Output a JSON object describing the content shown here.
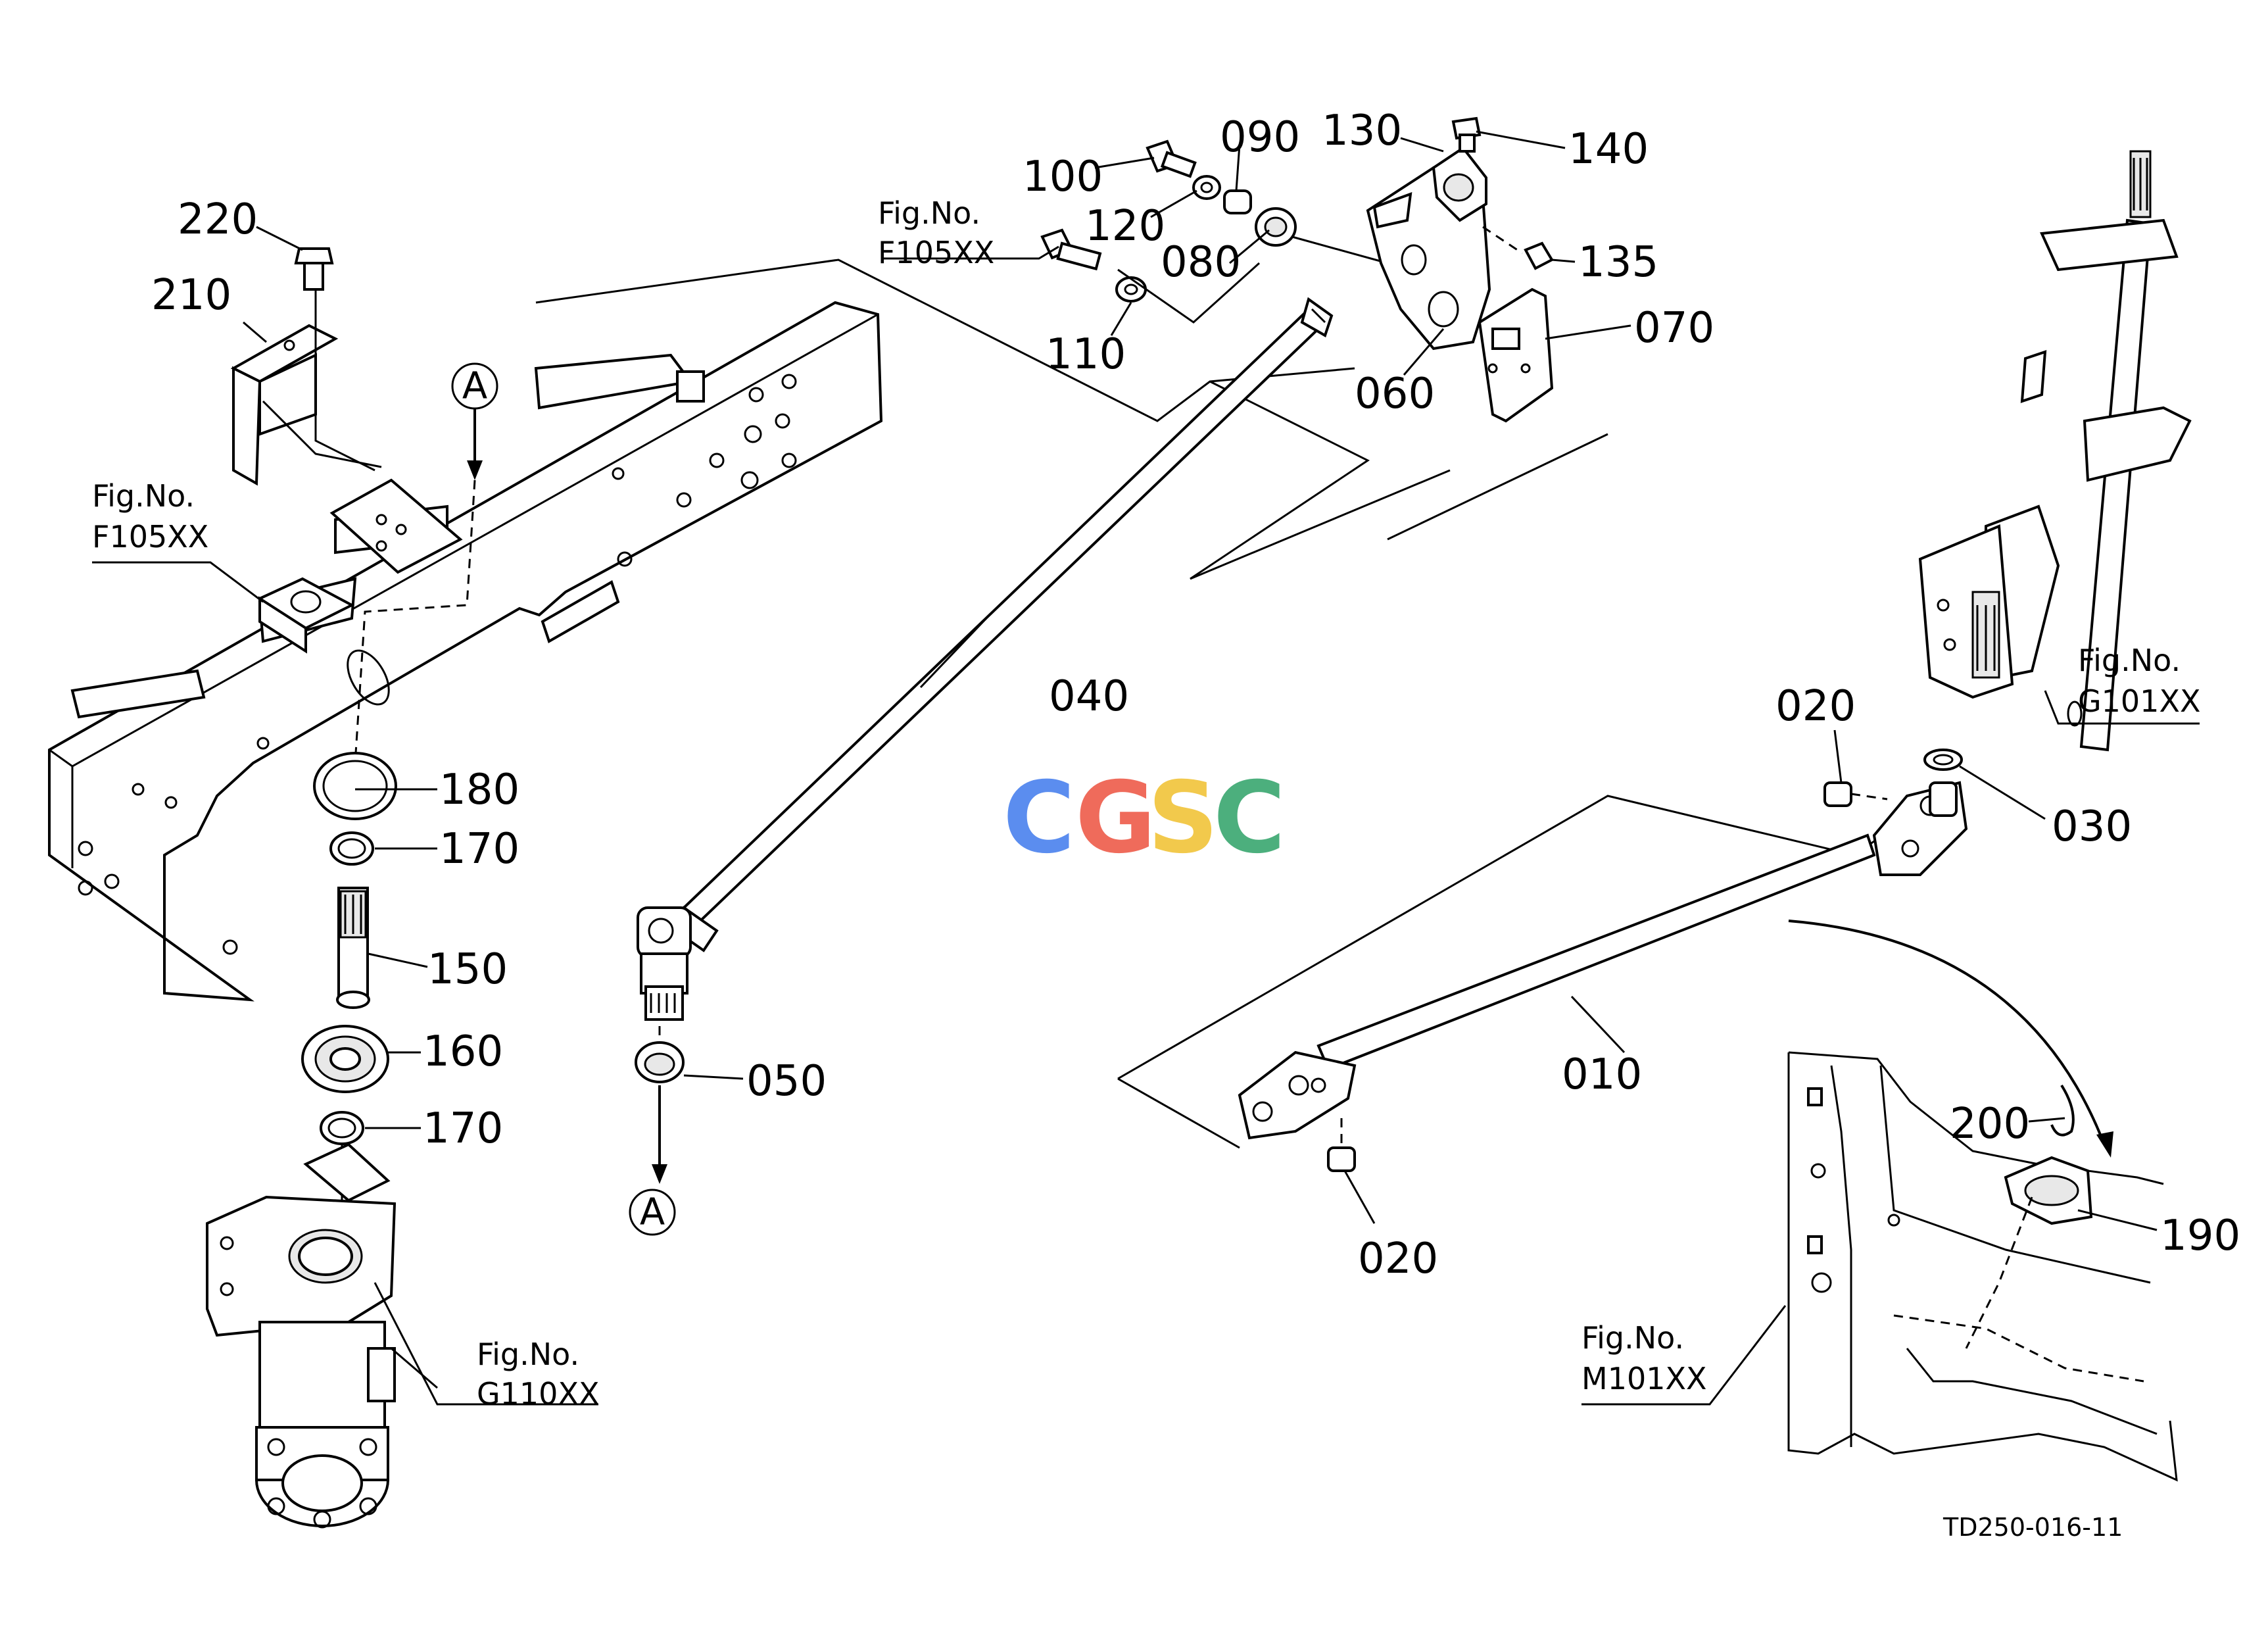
{
  "parts": {
    "p010": "010",
    "p020a": "020",
    "p020b": "020",
    "p030": "030",
    "p040": "040",
    "p050": "050",
    "p060": "060",
    "p070": "070",
    "p080": "080",
    "p090": "090",
    "p100": "100",
    "p110": "110",
    "p120": "120",
    "p130": "130",
    "p135": "135",
    "p140": "140",
    "p150": "150",
    "p160": "160",
    "p170a": "170",
    "p170b": "170",
    "p180": "180",
    "p190": "190",
    "p200": "200",
    "p210": "210",
    "p220": "220"
  },
  "figure_refs": {
    "fig_left": {
      "line1": "Fig.No.",
      "line2": "F105XX"
    },
    "fig_top": {
      "line1": "Fig.No.",
      "line2": "F105XX"
    },
    "fig_g110": {
      "line1": "Fig.No.",
      "line2": "G110XX"
    },
    "fig_g101": {
      "line1": "Fig.No.",
      "line2": "G101XX"
    },
    "fig_m101": {
      "line1": "Fig.No.",
      "line2": "M101XX"
    }
  },
  "ref_markers": {
    "top": "A",
    "bottom": "A"
  },
  "watermark": {
    "letters": [
      {
        "char": "C",
        "color": "#5b8def"
      },
      {
        "char": "G",
        "color": "#ef6b5b"
      },
      {
        "char": "S",
        "color": "#f2c94c"
      },
      {
        "char": "C",
        "color": "#4caf7d"
      }
    ]
  },
  "drawing_code": "TD250-016-11"
}
